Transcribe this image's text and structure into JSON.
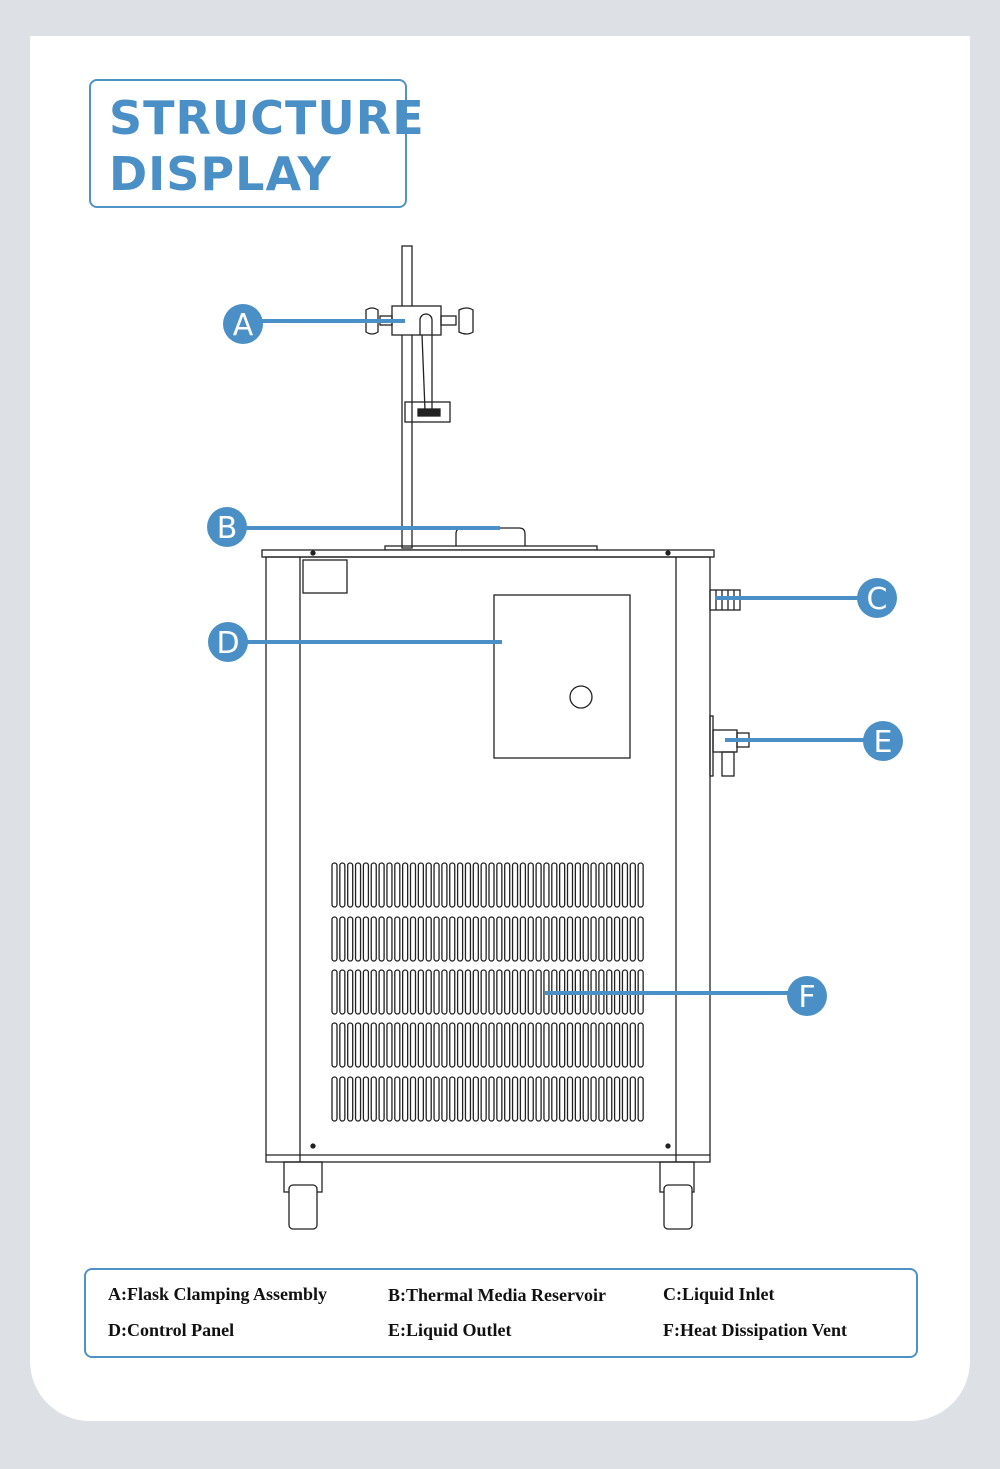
{
  "title": {
    "line1": "STRUCTURE",
    "line2": "DISPLAY"
  },
  "callouts": [
    "A",
    "B",
    "C",
    "D",
    "E",
    "F"
  ],
  "legend": {
    "a": "A:Flask Clamping Assembly",
    "b": "B:Thermal Media Reservoir",
    "c": "C:Liquid Inlet",
    "d": "D:Control Panel",
    "e": "E:Liquid Outlet",
    "f": "F:Heat Dissipation Vent"
  },
  "colors": {
    "accent": "#4a90c6",
    "line": "#222222",
    "background": "#dde1e5"
  }
}
